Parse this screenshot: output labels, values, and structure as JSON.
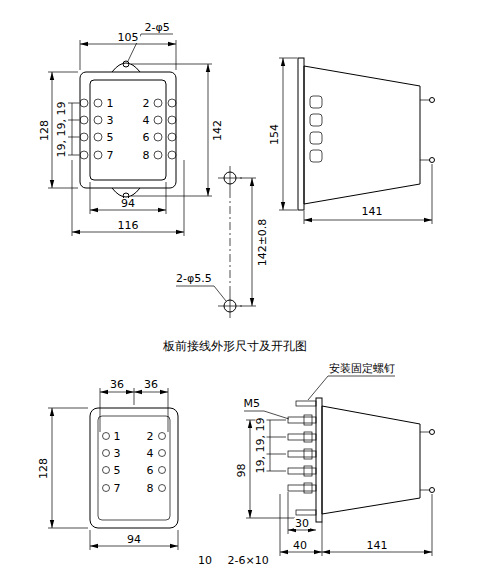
{
  "diagram": {
    "caption": "板前接线外形尺寸及开孔图",
    "labels": [
      "2-φ5",
      "105",
      "128",
      "19, 19, 19",
      "1",
      "2",
      "3",
      "4",
      "5",
      "6",
      "7",
      "8",
      "142",
      "94",
      "116",
      "154",
      "141",
      "142±0.8",
      "2-φ5.5",
      "36",
      "36",
      "128",
      "1",
      "2",
      "3",
      "4",
      "5",
      "6",
      "7",
      "8",
      "94",
      "安装固定螺钉",
      "M5",
      "98",
      "19, 19, 19",
      "30",
      "40",
      "141",
      "10",
      "2-6×10"
    ]
  }
}
